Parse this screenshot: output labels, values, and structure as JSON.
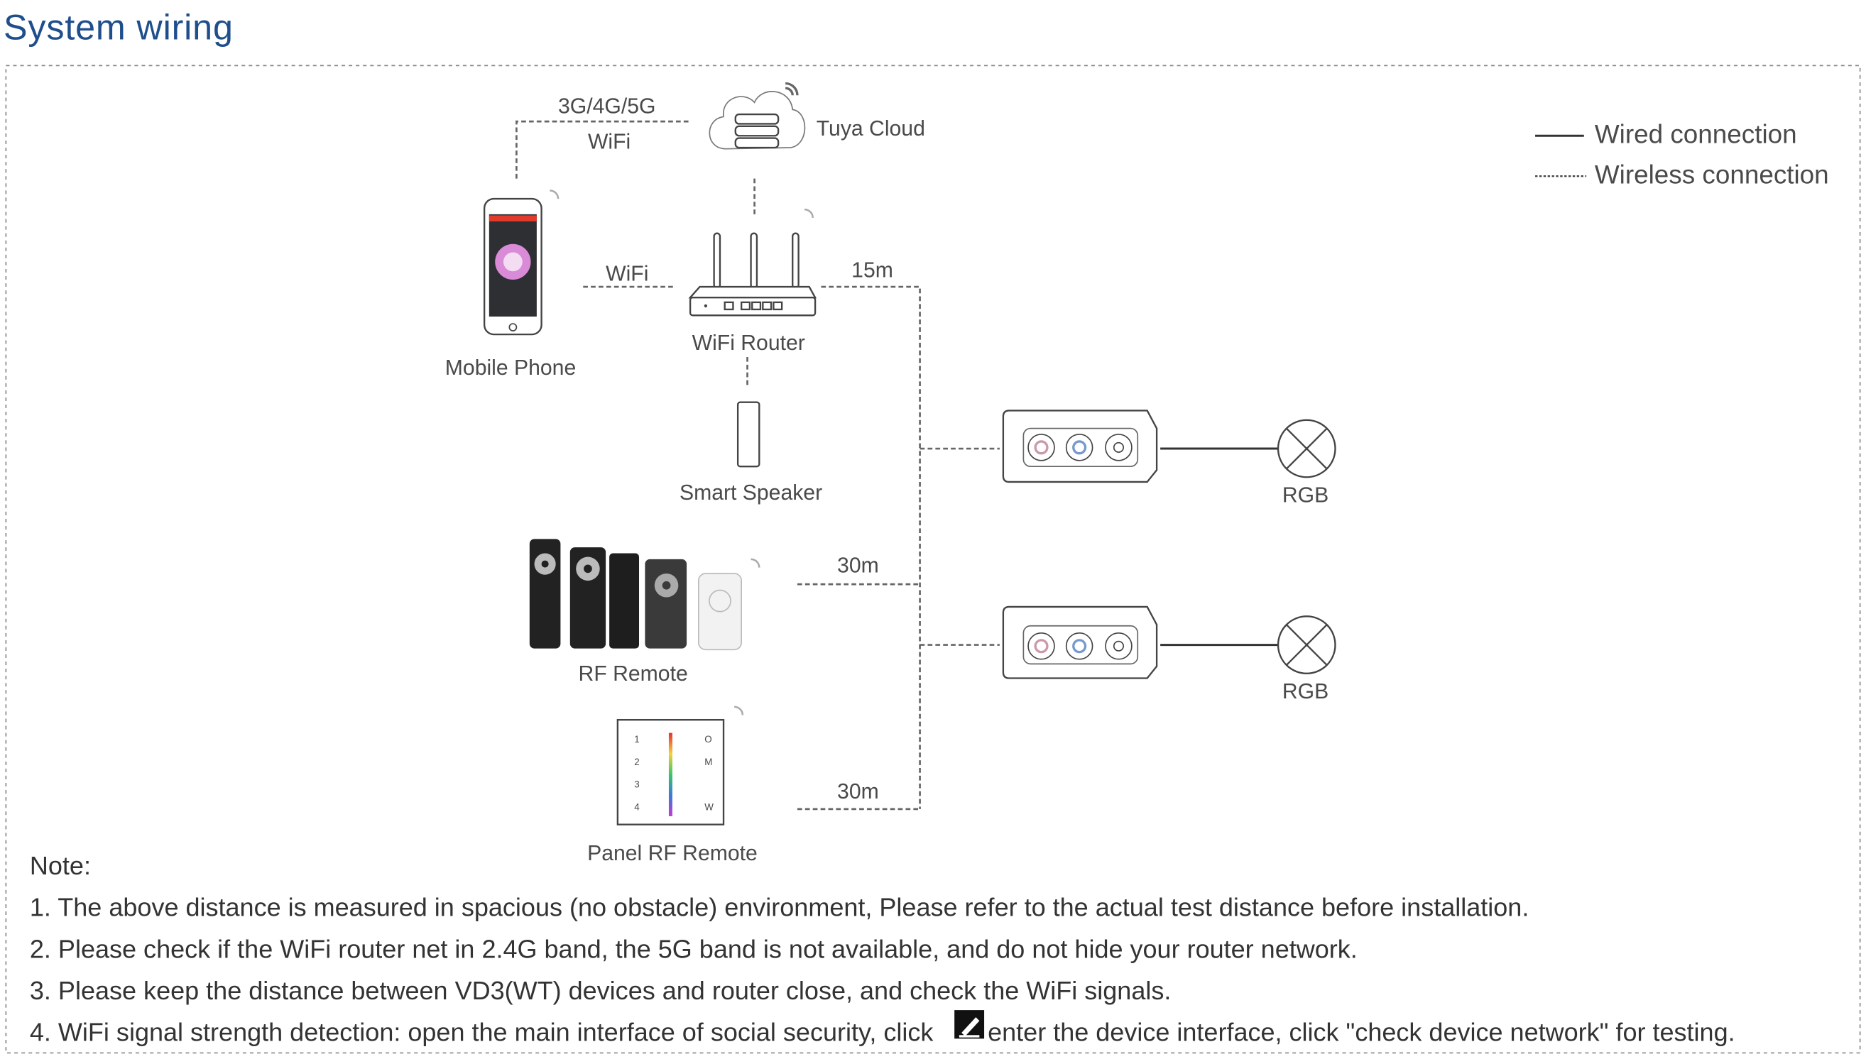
{
  "title": "System wiring",
  "legend": {
    "wired": "Wired connection",
    "wireless": "Wireless connection"
  },
  "labels": {
    "cellular": "3G/4G/5G",
    "cloud_wifi": "WiFi",
    "tuya_cloud": "Tuya Cloud",
    "phone_wifi": "WiFi",
    "mobile_phone": "Mobile Phone",
    "wifi_router": "WiFi Router",
    "router_distance": "15m",
    "smart_speaker": "Smart Speaker",
    "rf_remote": "RF Remote",
    "rf_distance": "30m",
    "panel_rf_remote": "Panel RF Remote",
    "panel_distance": "30m",
    "rgb_1": "RGB",
    "rgb_2": "RGB"
  },
  "panel_keys": [
    "1",
    "2",
    "3",
    "4",
    "O",
    "M",
    "W"
  ],
  "notes": {
    "heading": "Note:",
    "items": [
      "1. The above distance is measured in spacious (no obstacle) environment,  Please refer to the actual test distance before installation.",
      "2. Please check if the WiFi router net in 2.4G band, the 5G band is not available, and do not hide your router network.",
      "3. Please keep the distance between VD3(WT) devices and router close, and check the WiFi signals."
    ],
    "item4_before": "4. WiFi signal strength detection: open the main interface of social security, click",
    "item4_icon": "edit-icon",
    "item4_after": "enter the device interface, click \"check device network\" for testing."
  },
  "colors": {
    "title": "#1f4e8c",
    "text": "#4a4a4a",
    "line": "#333333"
  }
}
